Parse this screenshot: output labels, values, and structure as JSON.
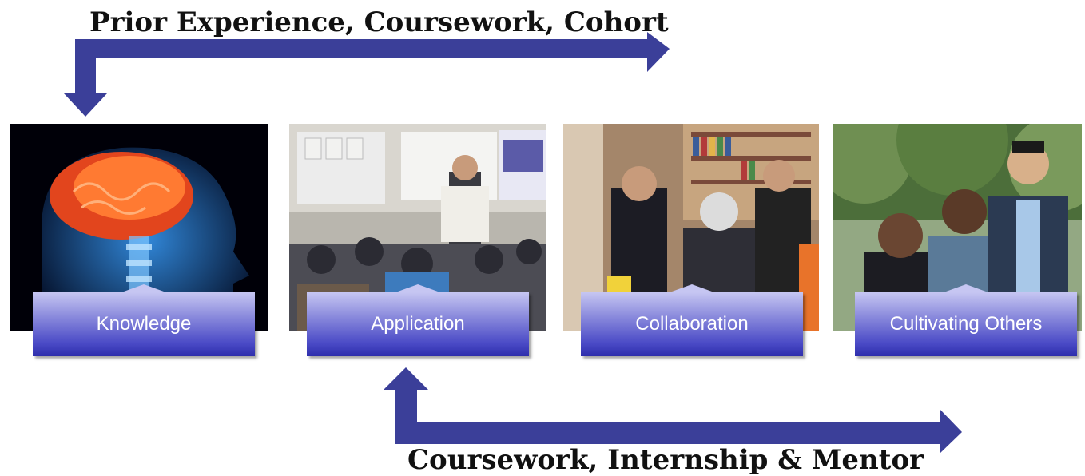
{
  "top_flow": {
    "label": "Prior Experience, Coursework, Cohort"
  },
  "bottom_flow": {
    "label": "Coursework, Internship & Mentor"
  },
  "stages": [
    {
      "label": "Knowledge",
      "image": "brain-scan-photo"
    },
    {
      "label": "Application",
      "image": "classroom-presentation-photo"
    },
    {
      "label": "Collaboration",
      "image": "library-discussion-photo"
    },
    {
      "label": "Cultivating Others",
      "image": "group-portrait-photo"
    }
  ],
  "colors": {
    "arrow": "#3b3f99",
    "label_gradient_top": "#c6c6f2",
    "label_gradient_bottom": "#2e2eac",
    "label_text": "#ffffff"
  }
}
